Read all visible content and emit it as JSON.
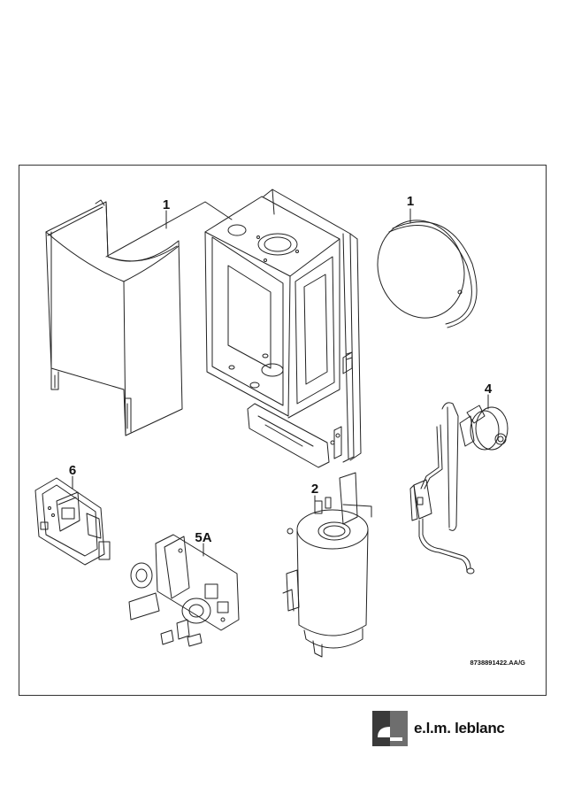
{
  "callouts": {
    "casing": "1",
    "expansion_vessel": "1",
    "fan": "4",
    "tank": "2",
    "control_board": "6",
    "hydraulic_block": "5A"
  },
  "reference_code": "8738891422.AA/G",
  "brand": {
    "name": "e.l.m. leblanc",
    "logo_icon": "elm-leblanc-logo-icon"
  },
  "colors": {
    "line": "#222222",
    "logo_dark": "#3a3a3a",
    "logo_light": "#6e6e6e"
  }
}
